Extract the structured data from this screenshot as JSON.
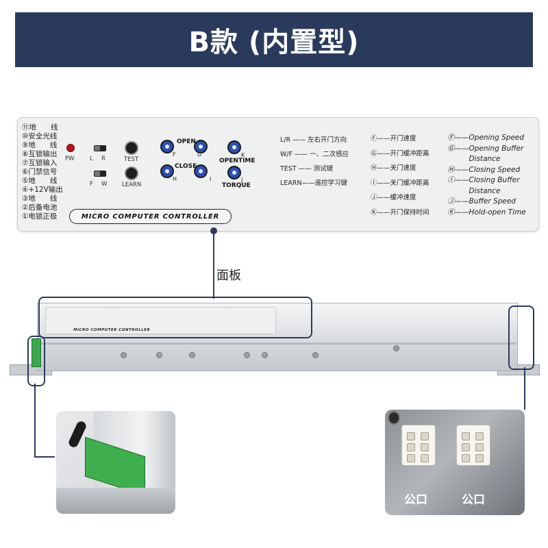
{
  "banner": {
    "title": "B款 (内置型)"
  },
  "panel": {
    "terminals": [
      "⑪地　　线",
      "⑩安全光线",
      "⑨地　　线",
      "⑧互锁输出",
      "⑦互锁输入",
      "⑥门禁信号",
      "⑤地　　线",
      "④+12V输出",
      "③地　　线",
      "②后备电池",
      "①电锁正极"
    ],
    "controls": {
      "pw": "PW",
      "l": "L",
      "r": "R",
      "f": "F",
      "w": "W",
      "test": "TEST",
      "learn": "LEARN",
      "open": "OPEN",
      "close": "CLOSE",
      "opentime": "OPENTIME",
      "torque": "TORQUE",
      "pot_f": "F",
      "pot_g": "G",
      "pot_h": "H",
      "pot_i": "I",
      "pot_k": "K",
      "pot_j": "J"
    },
    "badge": "MICRO COMPUTER CONTROLLER",
    "legend_keys": [
      "L/R  —— 左右开门方向",
      "W/F  —— 一、二次感应",
      "TEST  —— 测试键",
      "LEARN——遥控学习键"
    ],
    "legend_cn": [
      "Ⓕ——开门速度",
      "Ⓖ——开门缓冲距离",
      "Ⓗ——关门速度",
      "Ⓘ——关门缓冲距离",
      "Ⓙ——缓冲速度",
      "Ⓚ——开门保持时间"
    ],
    "legend_en": [
      "Ⓕ——Opening Speed",
      "Ⓖ——Opening Buffer",
      "　　　Distance",
      "Ⓗ——Closing Speed",
      "Ⓘ——Closing Buffer",
      "　　　Distance",
      "Ⓙ——Buffer Speed",
      "Ⓚ——Hold-open Time"
    ]
  },
  "callout": {
    "label": "面板"
  },
  "device": {
    "mini_badge": "MICRO COMPUTER CONTROLLER"
  },
  "ports": {
    "left": "公口",
    "right": "公口"
  },
  "colors": {
    "banner": "#2a3a5c",
    "led": "#b01818",
    "pot": "#2c4fb0",
    "terminal_block": "#3aa84a"
  }
}
